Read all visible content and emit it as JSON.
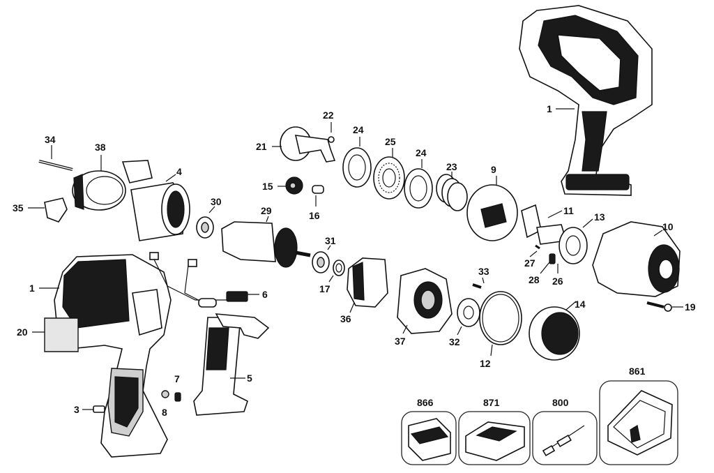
{
  "labels": {
    "p1_top": "1",
    "p1_left": "1",
    "p3": "3",
    "p4": "4",
    "p5": "5",
    "p6": "6",
    "p7": "7",
    "p8": "8",
    "p9": "9",
    "p10": "10",
    "p11": "11",
    "p12": "12",
    "p13": "13",
    "p14": "14",
    "p15": "15",
    "p16": "16",
    "p17": "17",
    "p19": "19",
    "p20": "20",
    "p21": "21",
    "p22": "22",
    "p23": "23",
    "p24a": "24",
    "p24b": "24",
    "p25": "25",
    "p26": "26",
    "p27": "27",
    "p28": "28",
    "p29": "29",
    "p30": "30",
    "p31": "31",
    "p32": "32",
    "p33": "33",
    "p34": "34",
    "p35": "35",
    "p36": "36",
    "p37": "37",
    "p38": "38"
  },
  "accessories": {
    "battery": "866",
    "charger": "871",
    "screwdriver_bit": "800",
    "case": "861"
  }
}
